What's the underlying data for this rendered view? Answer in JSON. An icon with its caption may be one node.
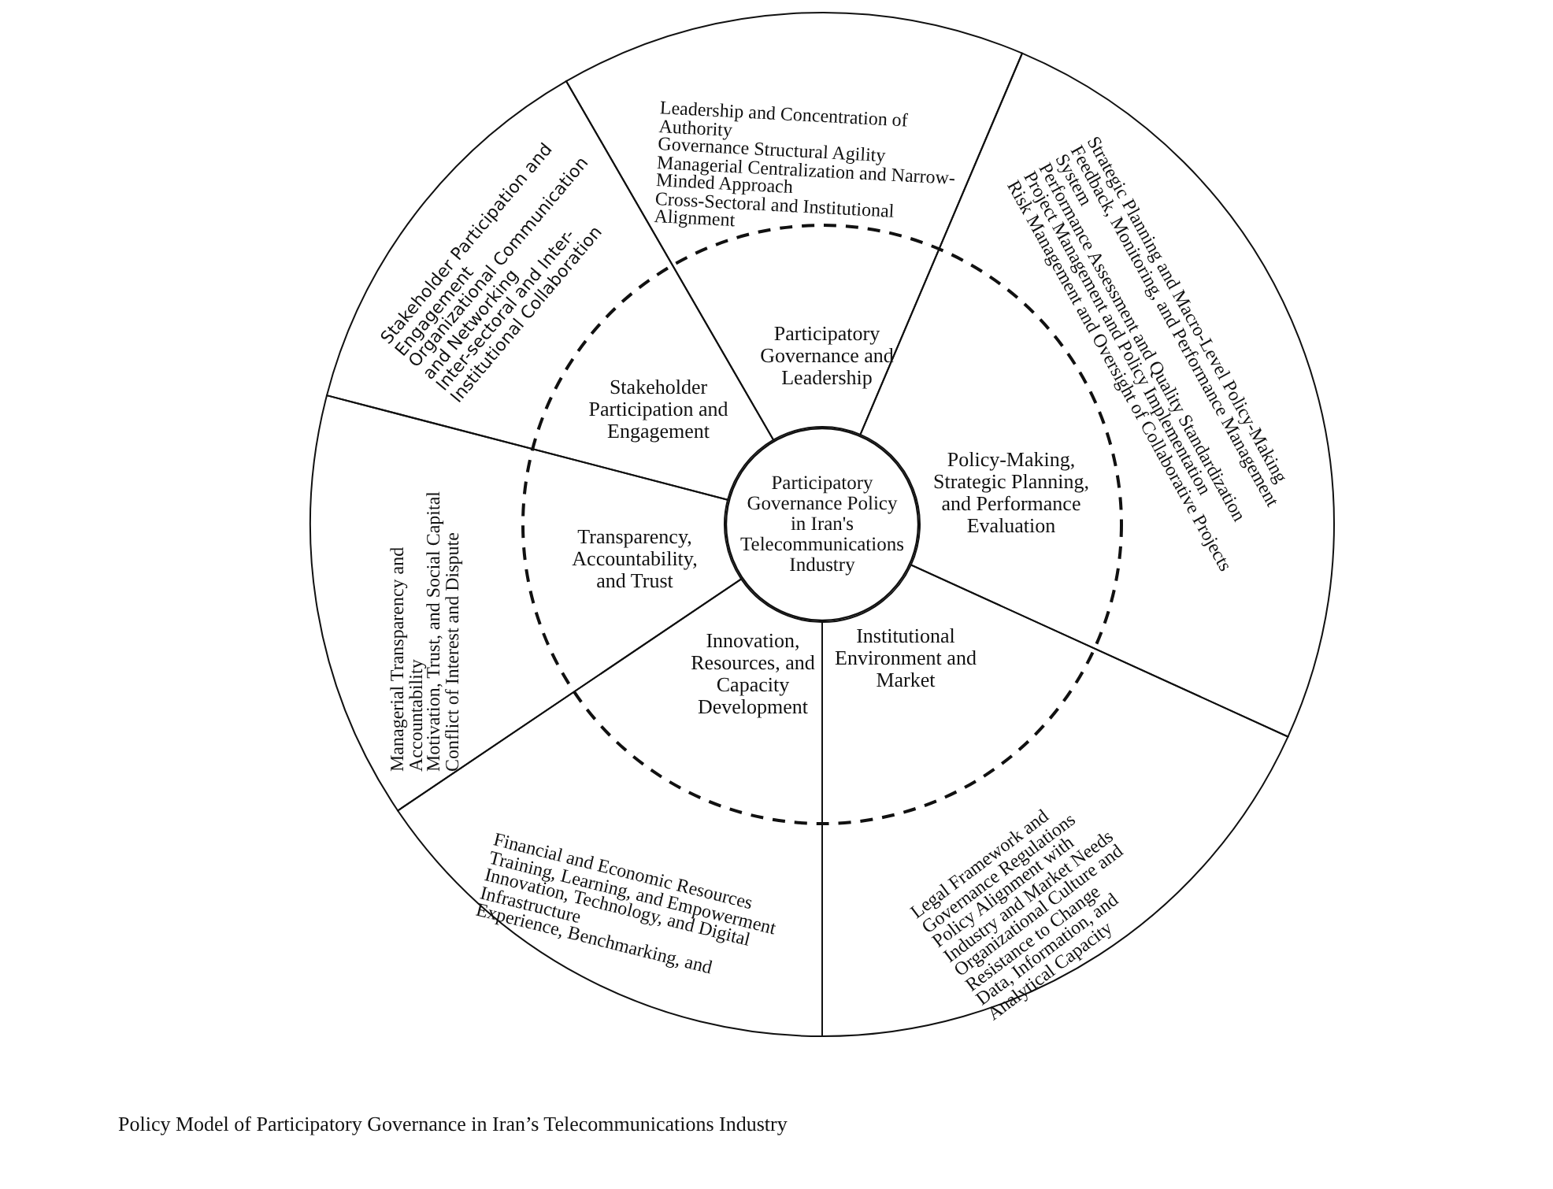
{
  "diagram": {
    "caption": "Policy Model of Participatory Governance in Iran’s Telecommunications Industry",
    "nodes": [
      {
        "text": [
          "Participatory Governance Policy in Iran's Telecommunications Industry"
        ]
      },
      {
        "text": [
          "Participatory Governance and Leadership",
          "Leadership and Concentration of Authority",
          "Governance Structural Agility",
          "Managerial Centralization and Narrow-Minded Approach",
          "Cross-Sectoral and Institutional Alignment"
        ]
      },
      {
        "text": [
          "Policy-Making, Strategic Planning, and Performance Evaluation",
          "Strategic Planning and Macro-Level Policy-Making",
          "Feedback, Monitoring, and Performance Management System",
          "Performance Assessment and Quality Standardization",
          "Project Management and Policy Implementation",
          "Risk Management and Oversight of Collaborative Projects"
        ]
      },
      {
        "text": [
          "Institutional Environment and Market",
          "Legal Framework and Governance Regulations",
          "Policy Alignment with Industry and Market Needs",
          "Organizational Culture and Resistance to Change",
          "Data, Information, and Analytical Capacity"
        ]
      },
      {
        "text": [
          "Innovation, Resources, and Capacity Development",
          "Financial and Economic Resources",
          "Training, Learning, and Empowerment",
          "Innovation, Technology, and Digital Infrastructure",
          "Experience, Benchmarking, and"
        ]
      },
      {
        "text": [
          "Transparency, Accountability, and Trust",
          "Managerial Transparency and Accountability",
          "Motivation, Trust, and Social Capital",
          "Conflict of Interest and Dispute"
        ]
      },
      {
        "text": [
          "Stakeholder Participation and Engagement",
          "Stakeholder Participation and Engagement",
          "Organizational Communication and Networking",
          "Inter-sectoral and Inter-Institutional Collaboration"
        ]
      }
    ]
  }
}
